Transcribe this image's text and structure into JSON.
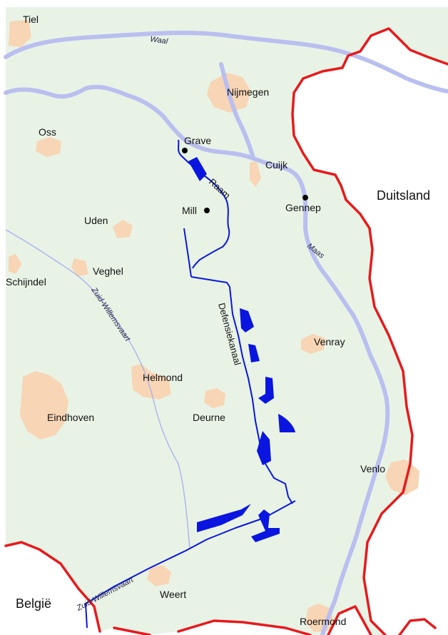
{
  "colors": {
    "land_nl": "#e8f3e6",
    "land_abroad": "#ffffff",
    "urban": "#f8d5b4",
    "river": "#b9bfef",
    "canal_small": "#aab3ee",
    "canal_defense": "#0a16e0",
    "inundation": "#0a16e0",
    "border": "#e8191c",
    "dot": "#000000"
  },
  "countries": {
    "germany": "Duitsland",
    "belgium": "België"
  },
  "towns": {
    "tiel": "Tiel",
    "nijmegen": "Nijmegen",
    "oss": "Oss",
    "grave": "Grave",
    "cuijk": "Cuijk",
    "mill": "Mill",
    "gennep": "Gennep",
    "uden": "Uden",
    "veghel": "Veghel",
    "schijndel": "Schijndel",
    "venray": "Venray",
    "helmond": "Helmond",
    "eindhoven": "Eindhoven",
    "deurne": "Deurne",
    "venlo": "Venlo",
    "weert": "Weert",
    "roermond": "Roermond"
  },
  "waters": {
    "waal": "Waal",
    "maas": "Maas",
    "raam": "Raam",
    "defensiekanaal": "Defensiekanaal",
    "zuid_willemsvaart_north": "Zuid-Willemsvaart",
    "zuid_willemsvaart_south": "Zuid-Willemsvaart"
  }
}
